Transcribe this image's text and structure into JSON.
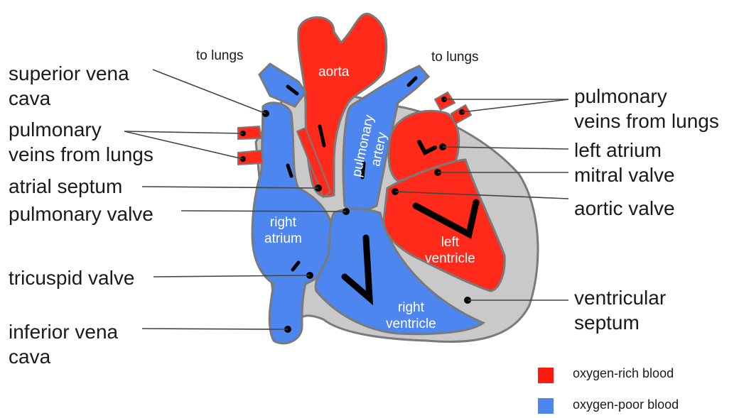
{
  "labels": {
    "left": {
      "superior_vena_cava_1": "superior vena",
      "superior_vena_cava_2": "cava",
      "pulmonary_veins_1": "pulmonary",
      "pulmonary_veins_2": "veins from lungs",
      "atrial_septum": "atrial septum",
      "pulmonary_valve": "pulmonary valve",
      "tricuspid_valve": "tricuspid valve",
      "inferior_vena_cava_1": "inferior vena",
      "inferior_vena_cava_2": "cava"
    },
    "right": {
      "pulmonary_veins_1": "pulmonary",
      "pulmonary_veins_2": "veins from lungs",
      "left_atrium": "left atrium",
      "mitral_valve": "mitral valve",
      "aortic_valve": "aortic valve",
      "ventricular_septum_1": "ventricular",
      "ventricular_septum_2": "septum"
    },
    "top": {
      "to_lungs_left": "to lungs",
      "to_lungs_right": "to lungs"
    },
    "inner": {
      "aorta": "aorta",
      "pulmonary_artery_1": "pulmonary",
      "pulmonary_artery_2": "artery",
      "right_atrium_1": "right",
      "right_atrium_2": "atrium",
      "left_ventricle_1": "left",
      "left_ventricle_2": "ventricle",
      "right_ventricle_1": "right",
      "right_ventricle_2": "ventricle"
    }
  },
  "legend": {
    "oxygen_rich": "oxygen-rich blood",
    "oxygen_poor": "oxygen-poor blood"
  },
  "colors": {
    "oxygen_rich": "#ff2a1a",
    "oxygen_poor": "#4d86ee",
    "heart_wall": "#c8c8c8",
    "outline": "#7a7a7a",
    "leader_line": "#444444"
  }
}
